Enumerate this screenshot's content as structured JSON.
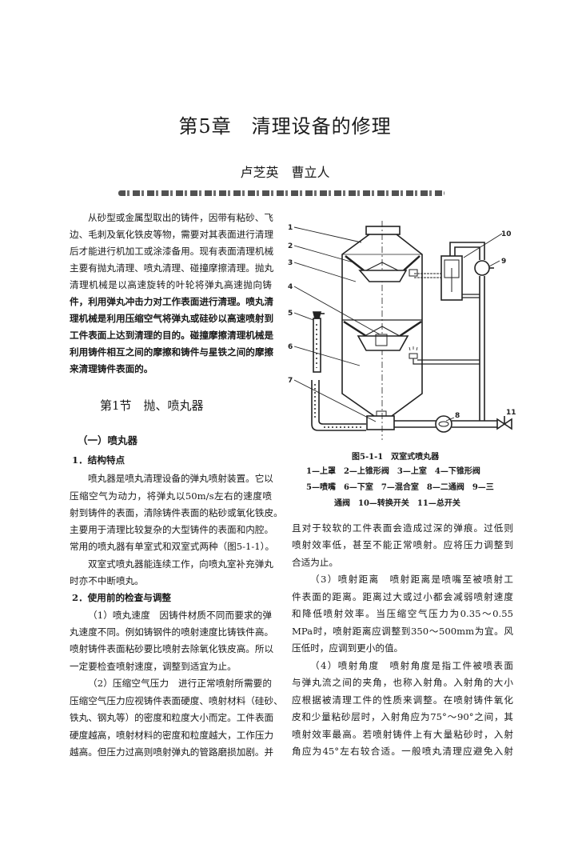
{
  "header": {
    "chapter_title": "第5章　清理设备的修理",
    "authors": "卢芝英　曹立人"
  },
  "left_column": {
    "intro_lines": [
      "从砂型或金属型取出的铸件，因带有粘砂、飞",
      "边、毛刺及氧化铁皮等物，需要对其表面进行清理",
      "后才能进行机加工或涂漆备用。现有表面清理机械",
      "主要有抛丸清理、喷丸清理、碰撞摩擦清理。抛丸",
      "清理机械是以高速旋转的叶轮将弹丸高速抛向铸",
      "件，利用弹丸冲击力对工作表面进行清理。喷丸清",
      "理机械是利用压缩空气将弹丸或硅砂以高速喷射到",
      "工件表面上达到清理的目的。碰撞摩擦清理机械是",
      "利用铸件相互之间的摩擦和铸件与星铁之间的摩擦",
      "来清理铸件表面的。"
    ],
    "section_title": "第1节　抛、喷丸器",
    "subsection_title": "（一）喷丸器",
    "body_lines": [
      "1．结构特点",
      "喷丸器是喷丸清理设备的弹丸喷射装置。它以",
      "压缩空气为动力，将弹丸以50m/s左右的速度喷",
      "射到铸件的表面，清除铸件表面的粘砂或氧化铁皮。",
      "主要用于清理比较复杂的大型铸件的表面和内腔。",
      "常用的喷丸器有单室式和双室式两种（图5-1-1）。",
      "双室式喷丸器能连续工作，向喷丸室补充弹丸",
      "时亦不中断喷丸。",
      "2．使用前的检查与调整",
      "（1）喷丸速度　因铸件材质不同而要求的弹",
      "丸速度不同。例如铸钢件的喷射速度比铸铁件高。",
      "喷射铸件表面粘砂要比喷射去除氧化铁皮高。所以",
      "一定要检查喷射速度，调整到适宜为止。",
      "（2）压缩空气压力　进行正常喷射所需要的",
      "压缩空气压力应视铸件表面硬度、喷射材料（硅砂、",
      "铁丸、钢丸等）的密度和粒度大小而定。工件表面",
      "硬度越高，喷射材料的密度和粒度越大，工作压力",
      "越高。但压力过高则喷射弹丸的管路磨损加剧。并"
    ]
  },
  "figure": {
    "caption": "图5-1-1　双室式喷丸器",
    "legend_lines": [
      "1—上罩　2—上锥形阀　3—上室　4—下锥形阀",
      "5—喷嘴　6—下室　7—混合室　8—二通阀　9—三",
      "通阀　10—转换开关　11—总开关"
    ],
    "labels": [
      "1",
      "2",
      "3",
      "4",
      "5",
      "6",
      "7",
      "8",
      "9",
      "10",
      "11"
    ]
  },
  "right_column": {
    "body_lines": [
      "且对于较软的工件表面会造成过深的弹痕。过低则",
      "喷射效率低，甚至不能正常喷射。应将压力调整到",
      "合适为止。",
      "（3）喷射距离　喷射距离是喷嘴至被喷射工",
      "件表面的距离。距离过大或过小都会减弱喷射速度",
      "和降低喷射效率。当压缩空气压力为0.35～0.55",
      "MPa时，喷射距离应调整到350～500mm为宜。风",
      "压低时，应调到更小的值。",
      "（4）喷射角度　喷射角度是指工件被喷表面",
      "与弹丸流之间的夹角，也称入射角。入射角的大小",
      "应根据被清理工件的性质来调整。在喷射铸件氧化",
      "皮和少量粘砂层时，入射角应为75°～90°之间，其",
      "喷射效率最高。若喷射铸件上有大量粘砂时，入射",
      "角应为45°左右较合适。一般喷丸清理应避免入射"
    ]
  }
}
